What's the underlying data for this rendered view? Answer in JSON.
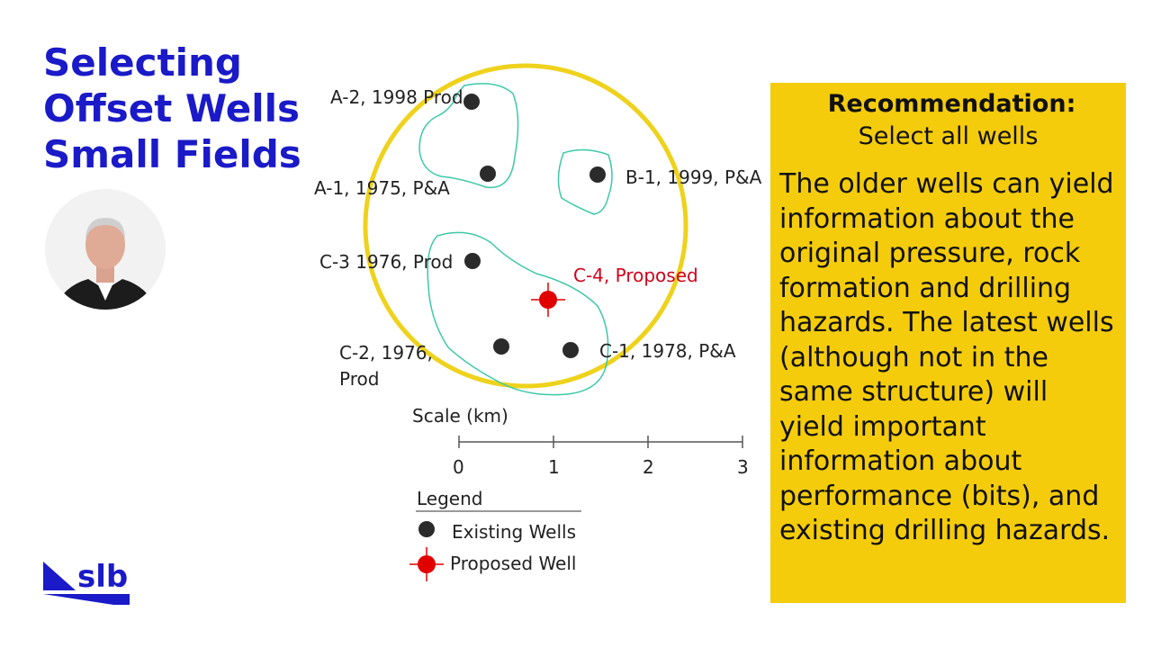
{
  "title": {
    "line1": "Selecting",
    "line2": "Offset Wells",
    "line3": "Small Fields"
  },
  "wells": [
    {
      "id": "A-2",
      "label": "A-2, 1998 Prod",
      "status": "existing"
    },
    {
      "id": "A-1",
      "label": "A-1, 1975, P&A",
      "status": "existing"
    },
    {
      "id": "B-1",
      "label": "B-1, 1999, P&A",
      "status": "existing"
    },
    {
      "id": "C-3",
      "label": "C-3 1976, Prod",
      "status": "existing"
    },
    {
      "id": "C-4",
      "label": "C-4, Proposed",
      "status": "proposed"
    },
    {
      "id": "C-2",
      "label": "C-2, 1976,",
      "label2": "Prod",
      "status": "existing"
    },
    {
      "id": "C-1",
      "label": "C-1, 1978, P&A",
      "status": "existing"
    }
  ],
  "scale": {
    "title": "Scale (km)",
    "ticks": [
      "0",
      "1",
      "2",
      "3"
    ]
  },
  "legend": {
    "title": "Legend",
    "existing": "Existing Wells",
    "proposed": "Proposed Well"
  },
  "recommendation": {
    "heading": "Recommendation:",
    "subheading": "Select all wells",
    "body": "The older wells can yield information about the original pressure, rock formation and drilling hazards.  The latest wells (although not in the same structure) will yield important information about performance (bits), and existing drilling hazards."
  },
  "colors": {
    "title": "#1a1ac8",
    "circle": "#eed21c",
    "field_outline": "#3cc8a8",
    "existing_well": "#2b2b2b",
    "proposed_well": "#e00000",
    "recommendation_bg": "#f4cc0b",
    "logo": "#1a1ac8"
  },
  "logo": {
    "text": "slb"
  },
  "icons": [
    "existing-well-icon",
    "proposed-well-icon",
    "presenter-avatar",
    "slb-logo"
  ]
}
